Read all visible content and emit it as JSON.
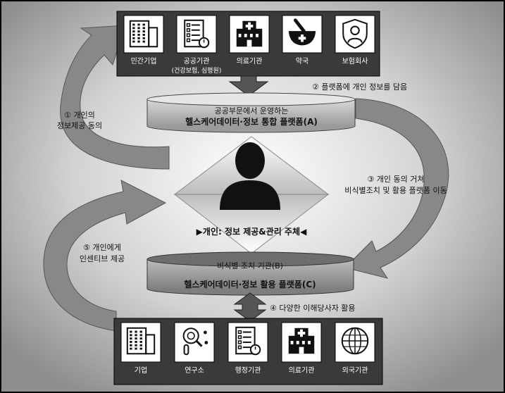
{
  "top_row": {
    "items": [
      {
        "label": "민간기업",
        "icon": "building-icon"
      },
      {
        "label": "공공기관",
        "sublabel": "(건강보험, 심평원)",
        "icon": "checklist-icon"
      },
      {
        "label": "의료기관",
        "icon": "hospital-icon"
      },
      {
        "label": "약국",
        "icon": "mortar-pestle-icon"
      },
      {
        "label": "보험회사",
        "icon": "shield-person-icon"
      }
    ]
  },
  "bottom_row": {
    "items": [
      {
        "label": "기업",
        "icon": "building-icon"
      },
      {
        "label": "연구소",
        "icon": "research-icon"
      },
      {
        "label": "행정기관",
        "icon": "checklist-icon"
      },
      {
        "label": "의료기관",
        "icon": "hospital-icon"
      },
      {
        "label": "외국기관",
        "icon": "globe-icon"
      }
    ]
  },
  "platform_a": {
    "line1": "공공부문에서 운영하는",
    "line2": "헬스케어데이터·정보 통합 플랫폼(A)"
  },
  "platform_b": {
    "label": "비식별 조치 기관(B)"
  },
  "platform_c": {
    "label": "헬스케어데이터·정보 활용 플랫폼(C)"
  },
  "center": {
    "label": "▶개인: 정보 제공&관리 주체◀"
  },
  "steps": {
    "s1": {
      "line1": "① 개인의",
      "line2": "정보제공 동의"
    },
    "s2": {
      "line1": "② 플랫폼에 개인 정보를 담음"
    },
    "s3": {
      "line1": "③ 개인 동의 거쳐",
      "line2": "비식별조치 및 활용 플랫폼 이동"
    },
    "s4": {
      "line1": "④ 다양한 이해당사자 활용"
    },
    "s5": {
      "line1": "⑤ 개인에게",
      "line2": "인센티브 제공"
    }
  },
  "colors": {
    "background": "#c8c8c8",
    "dark": "#3a3a3a",
    "arrow": "#888888",
    "box": "#ffffff"
  }
}
